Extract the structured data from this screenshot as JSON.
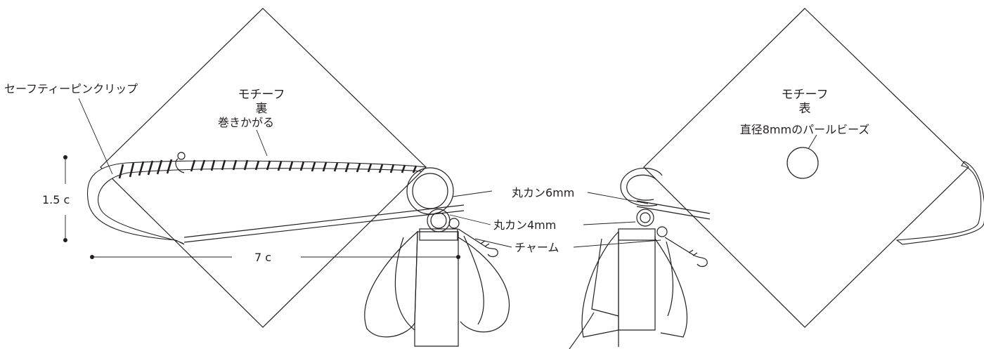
{
  "left_motif": {
    "title": "モチーフ",
    "side": "裏",
    "label_pin": "セーフティーピンクリップ",
    "label_wrap": "巻きかがる",
    "dim_height": "1.5 c",
    "dim_width": "7 c"
  },
  "right_motif": {
    "title": "モチーフ",
    "side": "表",
    "label_bead": "直径8mmのパールビーズ"
  },
  "center_labels": {
    "ring_large": "丸カン6mm",
    "ring_small": "丸カン4mm",
    "charm": "チャーム"
  },
  "colors": {
    "line": "#231f20",
    "background": "#ffffff"
  }
}
